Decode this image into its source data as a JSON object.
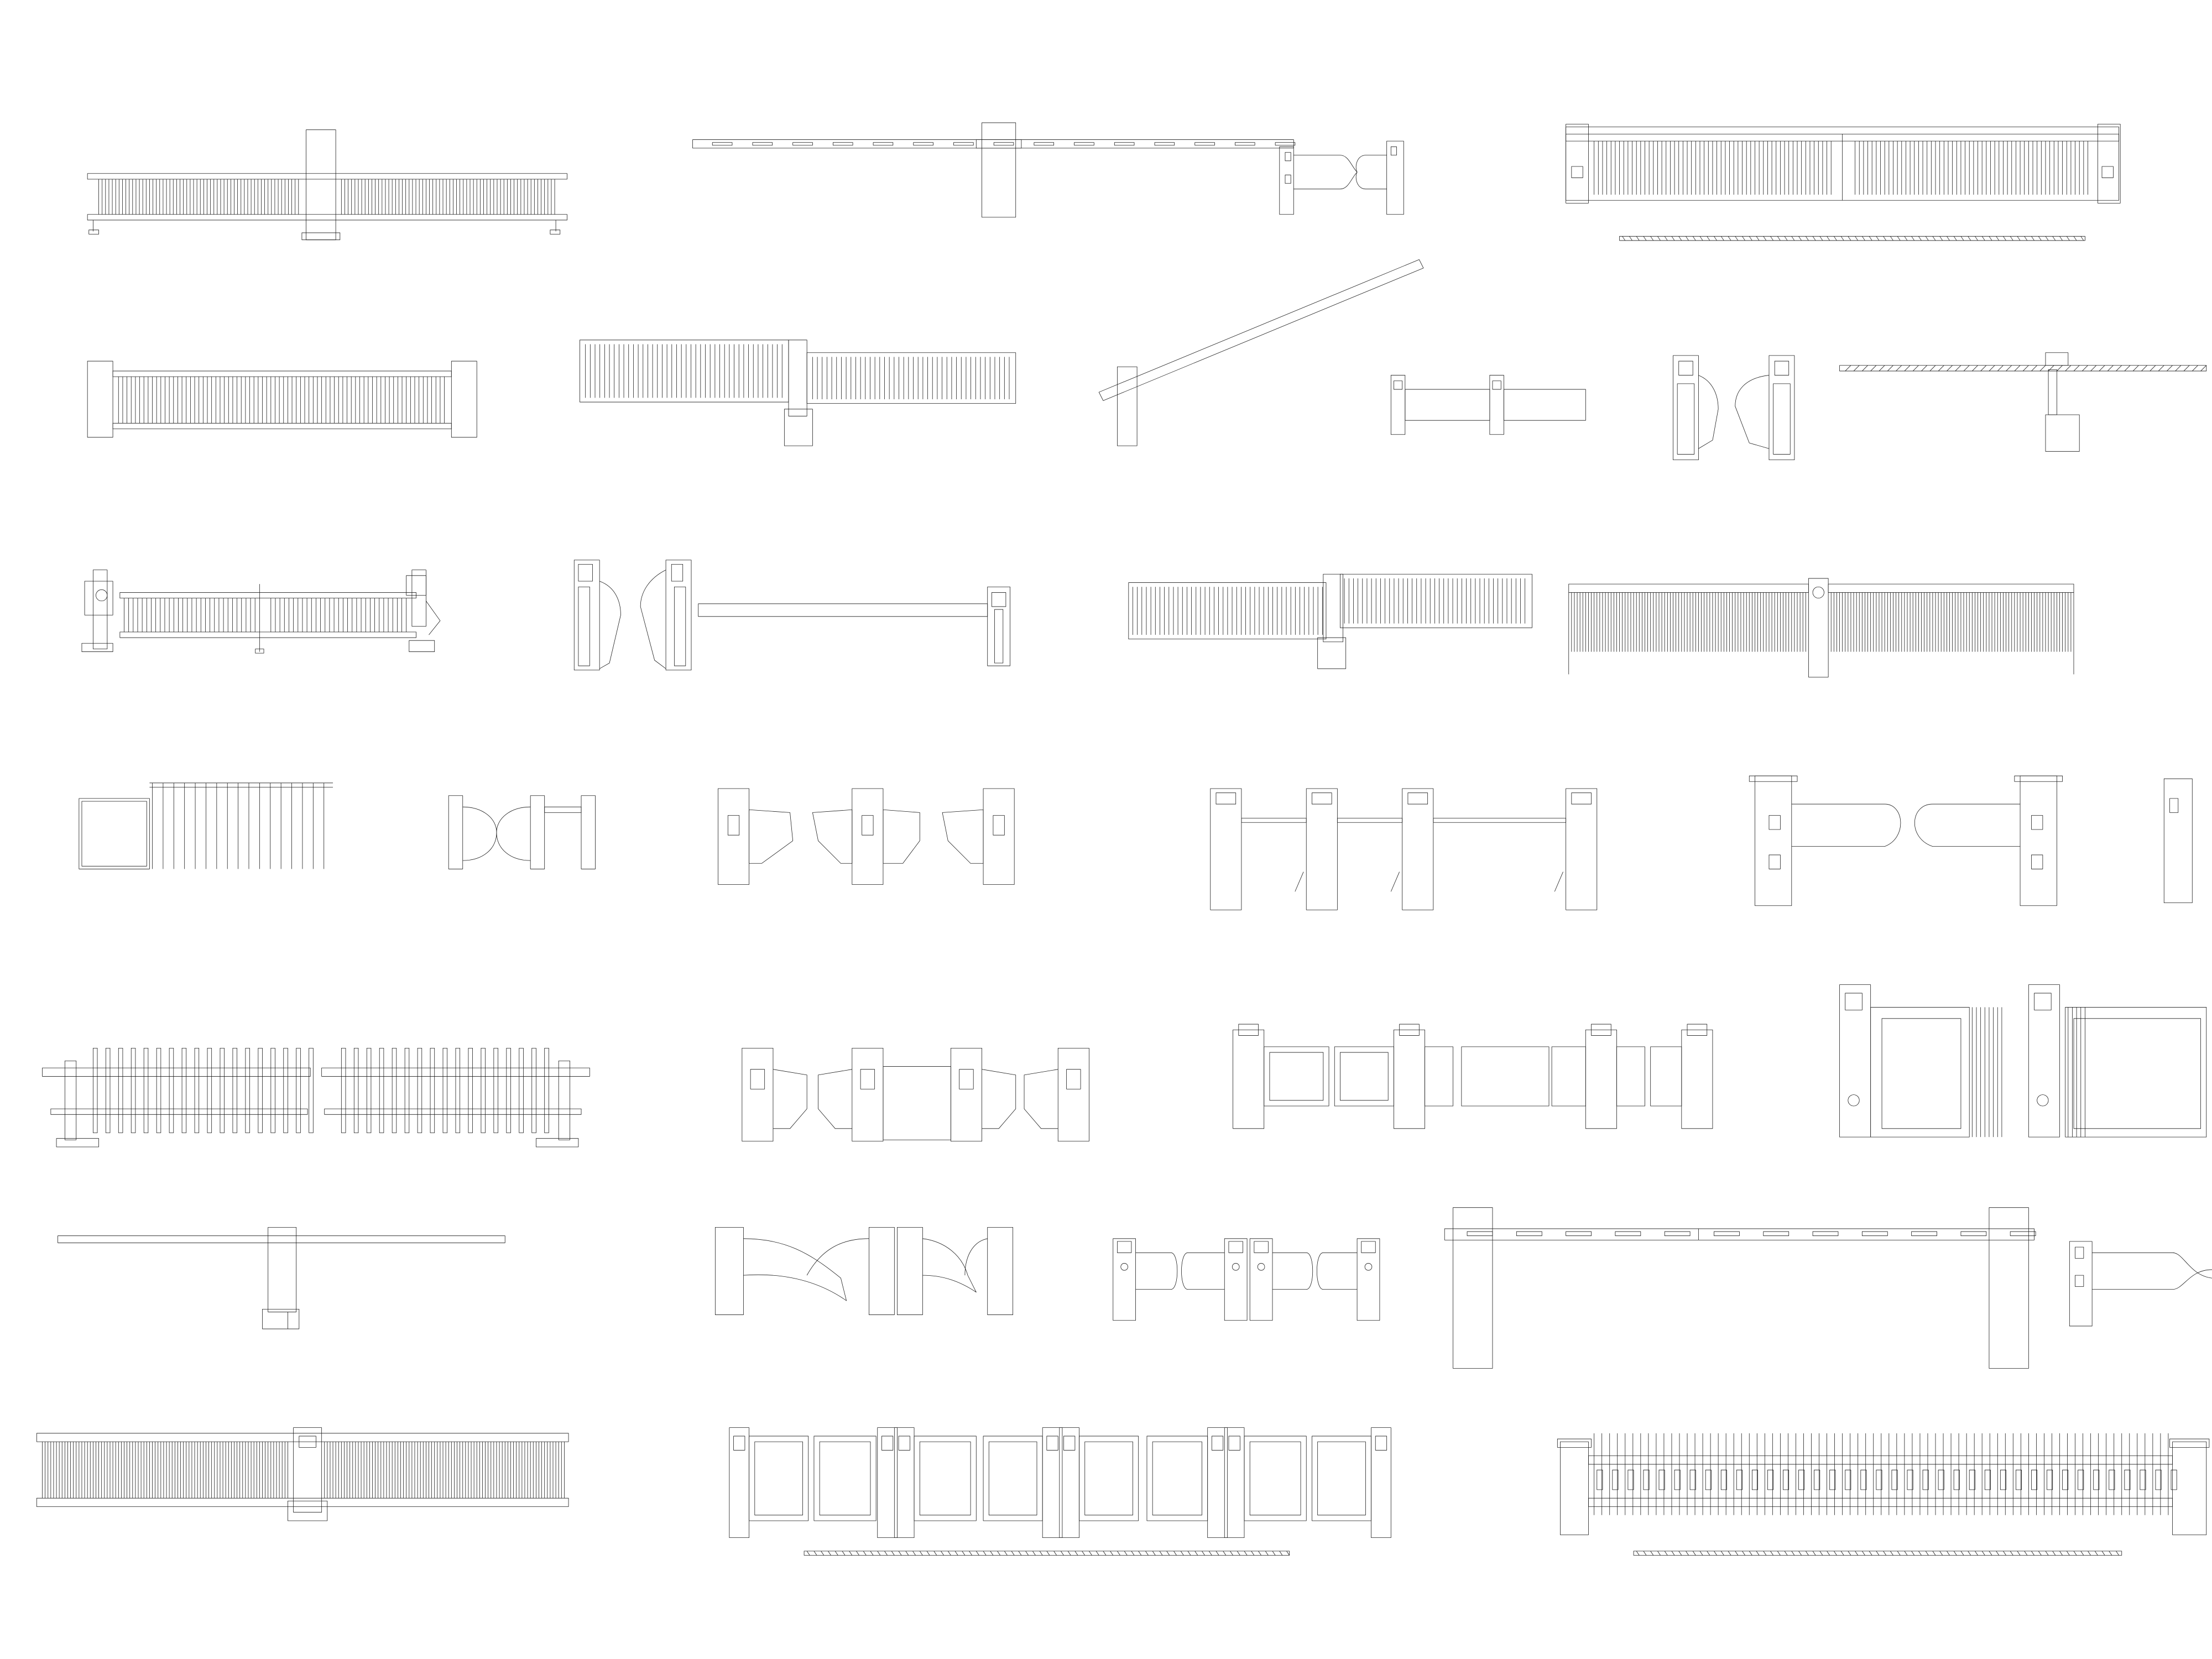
{
  "drawing": {
    "background": "#ffffff",
    "stroke": "#1a1a1a",
    "items": [
      {
        "name": "sliding-fence-gate-with-center-post",
        "kind": "fence-center-post"
      },
      {
        "name": "long-boom-barrier-with-swing-gate",
        "kind": "long-boom-swing"
      },
      {
        "name": "double-panel-sliding-gate-with-rail",
        "kind": "double-panel-rail"
      },
      {
        "name": "sliding-fence-gate-with-end-pillars",
        "kind": "fence-end-pillars"
      },
      {
        "name": "slatted-gate-with-center-post",
        "kind": "slat-center-post"
      },
      {
        "name": "raised-boom-barrier",
        "kind": "raised-boom"
      },
      {
        "name": "tripod-turnstile-pair",
        "kind": "tripod-short"
      },
      {
        "name": "wing-barrier-pair",
        "kind": "wing-pair"
      },
      {
        "name": "hatched-boom-barrier",
        "kind": "hatched-boom"
      },
      {
        "name": "motorized-folding-gate",
        "kind": "motor-folding"
      },
      {
        "name": "wing-gates-with-boom-arm",
        "kind": "wing-boom"
      },
      {
        "name": "slatted-gate-with-offset-post",
        "kind": "slat-offset-post"
      },
      {
        "name": "curtain-fence-gate",
        "kind": "curtain-fence"
      },
      {
        "name": "slatted-pedestrian-gate",
        "kind": "slat-pedestrian"
      },
      {
        "name": "swing-turnstile",
        "kind": "swing-small"
      },
      {
        "name": "triple-wing-barrier",
        "kind": "wing-triple"
      },
      {
        "name": "tripod-turnstile-row",
        "kind": "tripod-row"
      },
      {
        "name": "swing-arm-barrier-pair",
        "kind": "swing-arm-pair"
      },
      {
        "name": "picket-fence-gate",
        "kind": "picket"
      },
      {
        "name": "quad-wing-barrier",
        "kind": "wing-quad"
      },
      {
        "name": "glass-panel-barrier-row",
        "kind": "glass-row"
      },
      {
        "name": "full-height-glass-gate",
        "kind": "glass-full"
      },
      {
        "name": "cross-boom-barrier",
        "kind": "cross-boom"
      },
      {
        "name": "curved-flap-barrier",
        "kind": "curved-flap"
      },
      {
        "name": "swing-gate-row",
        "kind": "swing-row"
      },
      {
        "name": "wide-boom-barrier-twin-posts",
        "kind": "wide-boom"
      },
      {
        "name": "partial-swing-gate",
        "kind": "partial-swing"
      },
      {
        "name": "dense-slat-sliding-gate",
        "kind": "dense-slat"
      },
      {
        "name": "glass-swing-gate-row",
        "kind": "glass-swing-row"
      },
      {
        "name": "picket-sliding-gate-with-rail",
        "kind": "picket-rail"
      }
    ]
  }
}
